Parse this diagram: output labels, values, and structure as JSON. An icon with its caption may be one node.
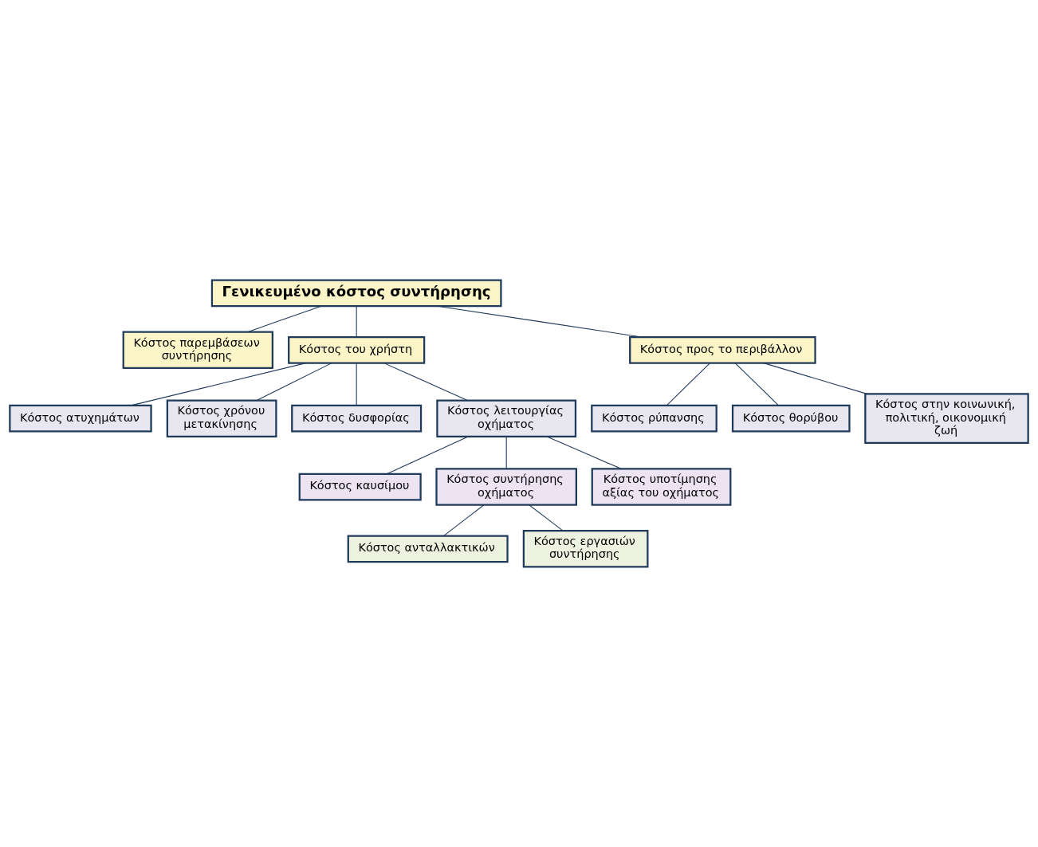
{
  "diagram": {
    "nodes": [
      {
        "text": [
          "Γενικευμένο κόστος συντήρησης"
        ]
      },
      {
        "text": [
          "Κόστος παρεμβάσεων συντήρησης"
        ]
      },
      {
        "text": [
          "Κόστος του χρήστη"
        ]
      },
      {
        "text": [
          "Κόστος προς το περιβάλλον"
        ]
      },
      {
        "text": [
          "Κόστος ατυχημάτων"
        ]
      },
      {
        "text": [
          "Κόστος χρόνου μετακίνησης"
        ]
      },
      {
        "text": [
          "Κόστος δυσφορίας"
        ]
      },
      {
        "text": [
          "Κόστος λειτουργίας οχήματος"
        ]
      },
      {
        "text": [
          "Κόστος ρύπανσης"
        ]
      },
      {
        "text": [
          "Κόστος θορύβου"
        ]
      },
      {
        "text": [
          "Κόστος στην κοινωνική, πολιτική, οικονομική ζωή"
        ]
      },
      {
        "text": [
          "Κόστος καυσίμου"
        ]
      },
      {
        "text": [
          "Κόστος συντήρησης οχήματος"
        ]
      },
      {
        "text": [
          "Κόστος υποτίμησης αξίας του οχήματος"
        ]
      },
      {
        "text": [
          "Κόστος ανταλλακτικών"
        ]
      },
      {
        "text": [
          "Κόστος εργασιών συντήρησης"
        ]
      }
    ],
    "edges": [
      {
        "from": 0,
        "to": 1,
        "arrow": "none"
      },
      {
        "from": 0,
        "to": 2,
        "arrow": "none"
      },
      {
        "from": 0,
        "to": 3,
        "arrow": "none"
      },
      {
        "from": 2,
        "to": 4,
        "arrow": "none"
      },
      {
        "from": 2,
        "to": 5,
        "arrow": "none"
      },
      {
        "from": 2,
        "to": 6,
        "arrow": "none"
      },
      {
        "from": 2,
        "to": 7,
        "arrow": "none"
      },
      {
        "from": 3,
        "to": 8,
        "arrow": "none"
      },
      {
        "from": 3,
        "to": 9,
        "arrow": "none"
      },
      {
        "from": 3,
        "to": 10,
        "arrow": "none"
      },
      {
        "from": 7,
        "to": 11,
        "arrow": "none"
      },
      {
        "from": 7,
        "to": 12,
        "arrow": "none"
      },
      {
        "from": 7,
        "to": 13,
        "arrow": "none"
      },
      {
        "from": 12,
        "to": 14,
        "arrow": "none"
      },
      {
        "from": 12,
        "to": 15,
        "arrow": "none"
      }
    ]
  }
}
